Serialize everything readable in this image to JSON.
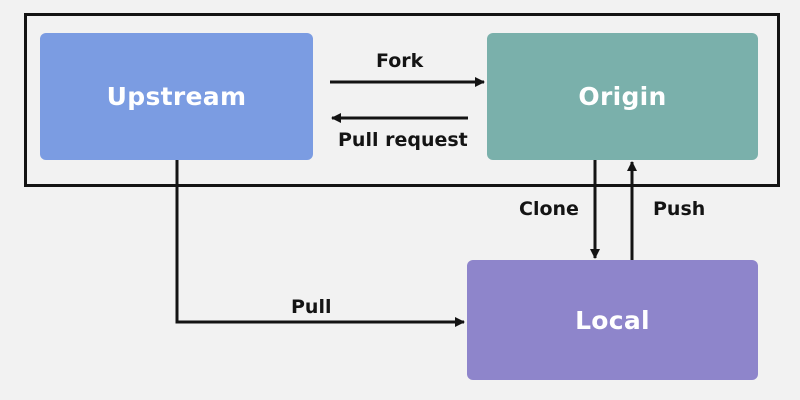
{
  "diagram": {
    "title": "Git remote workflow diagram",
    "background_color": "#f2f2f2",
    "line_color": "#141414",
    "frame": {
      "name": "remote-frame",
      "label": ""
    },
    "nodes": [
      {
        "id": "upstream",
        "label": "Upstream",
        "color": "#7b9ce2",
        "text_color": "#ffffff"
      },
      {
        "id": "origin",
        "label": "Origin",
        "color": "#7ab0ab",
        "text_color": "#ffffff"
      },
      {
        "id": "local",
        "label": "Local",
        "color": "#8e85cb",
        "text_color": "#ffffff"
      }
    ],
    "edges": [
      {
        "id": "fork",
        "label": "Fork",
        "from": "upstream",
        "to": "origin",
        "direction": "right"
      },
      {
        "id": "pull-request",
        "label": "Pull request",
        "from": "origin",
        "to": "upstream",
        "direction": "left"
      },
      {
        "id": "clone",
        "label": "Clone",
        "from": "origin",
        "to": "local",
        "direction": "down"
      },
      {
        "id": "push",
        "label": "Push",
        "from": "local",
        "to": "origin",
        "direction": "up"
      },
      {
        "id": "pull",
        "label": "Pull",
        "from": "upstream",
        "to": "local",
        "direction": "right"
      }
    ]
  }
}
